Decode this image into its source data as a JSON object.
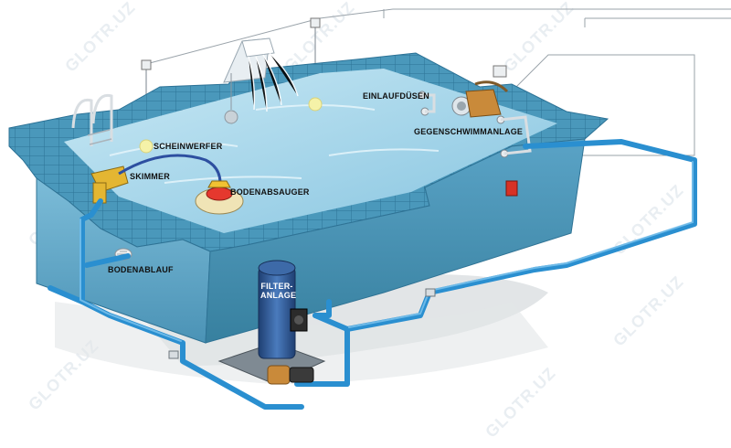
{
  "watermark": "GLOTR.UZ",
  "labels": {
    "scheinwerfer": "SCHEINWERFER",
    "skimmer": "SKIMMER",
    "bodenabsauger": "BODENABSAUGER",
    "bodenablauf": "BODENABLAUF",
    "einlaufduesen": "EINLAUFDÜSEN",
    "gegenschwimmanlage": "GEGENSCHWIMMANLAGE",
    "filteranlage_line1": "FILTER-",
    "filteranlage_line2": "ANLAGE"
  },
  "colors": {
    "water": "#9fd3ea",
    "wall": "#5ea8c6",
    "tile": "#3f8fb3",
    "pipe": "#2a8fd0",
    "filter": "#2f5d9a",
    "pump": "#c98a3a"
  }
}
